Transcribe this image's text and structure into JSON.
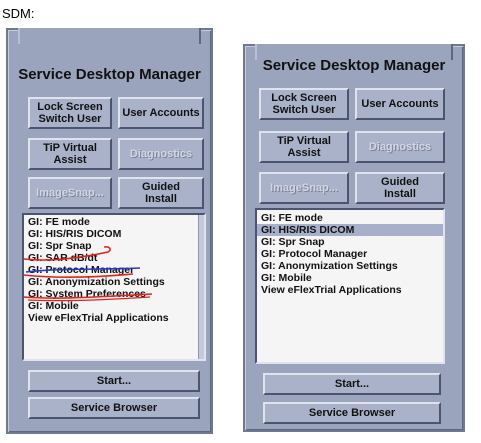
{
  "caption": "SDM:",
  "left_panel": {
    "title": "Service Desktop Manager",
    "buttons": {
      "lock_screen": "Lock Screen\nSwitch User",
      "user_accounts": "User Accounts",
      "tip_virtual_assist": "TiP Virtual\nAssist",
      "diagnostics": "Diagnostics",
      "imagesnap": "ImageSnap...",
      "guided_install": "Guided\nInstall"
    },
    "list_items": [
      "GI: FE mode",
      "GI: HIS/RIS DICOM",
      "GI: Spr Snap",
      "GI: SAR dB/dt",
      "GI: Protocol Manager",
      "GI: Anonymization Settings",
      "GI: System Preferences",
      "GI: Mobile",
      "View eFlexTrial Applications"
    ],
    "start": "Start...",
    "service_browser": "Service Browser"
  },
  "right_panel": {
    "title": "Service Desktop Manager",
    "buttons": {
      "lock_screen": "Lock Screen\nSwitch User",
      "user_accounts": "User Accounts",
      "tip_virtual_assist": "TiP Virtual\nAssist",
      "diagnostics": "Diagnostics",
      "imagesnap": "ImageSnap...",
      "guided_install": "Guided\nInstall"
    },
    "list_items": [
      "GI: FE mode",
      "GI: HIS/RIS DICOM",
      "GI: Spr Snap",
      "GI: Protocol Manager",
      "GI: Anonymization Settings",
      "GI: Mobile",
      "View eFlexTrial Applications"
    ],
    "selected_item": "GI: HIS/RIS DICOM",
    "start": "Start...",
    "service_browser": "Service Browser"
  },
  "colors": {
    "panel_bg": "#9aa4bd",
    "button_bg": "#a9b2c9",
    "list_bg": "#f5f5f5",
    "selection": "#a7b0ca",
    "annotation_red": "#e0241b",
    "annotation_blue": "#2538c8"
  }
}
